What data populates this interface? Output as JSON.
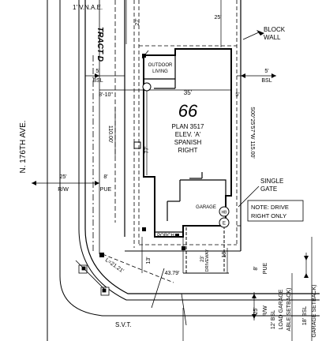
{
  "street": "N. 176TH AVE.",
  "tract_label": "TRACT D",
  "vnae": "1' V.N.A.E.",
  "lot": {
    "number": "66",
    "plan": "PLAN 3517",
    "elevation": "ELEV. 'A'",
    "style": "SPANISH",
    "orientation": "RIGHT"
  },
  "rooms": {
    "outdoor_living_1": "OUTDOOR",
    "outdoor_living_2": "LIVING",
    "garage": "GARAGE",
    "porch": "PORCH",
    "driveway": "DRIVEWAY"
  },
  "callouts": {
    "block_wall_1": "BLOCK",
    "block_wall_2": "WALL",
    "single_gate_1": "SINGLE",
    "single_gate_2": "GATE",
    "drive_note_1": "NOTE: DRIVE",
    "drive_note_2": "RIGHT ONLY",
    "svt": "S.V.T.",
    "hb": "HB",
    "e": "E"
  },
  "dimensions": {
    "top_27": "27'",
    "top_25": "25'",
    "left_5": "5'",
    "left_bsl": "BSL",
    "right_5": "5'",
    "right_bsl": "BSL",
    "width_35": "35'",
    "left_8_10": "8'-10\"",
    "right_5b": "5'",
    "depth_110": "110.00'",
    "side_77": "77'",
    "bearing": "S00°25'57\"W 115.00'",
    "rw_25": "25'",
    "rw_label": "R/W",
    "pue_8": "8'",
    "pue_label": "PUE",
    "dim_13": "13'",
    "dim_23": "23'",
    "dim_18": "18'",
    "arc": "L=21.21'",
    "frontage": "43.79'",
    "right_pue_8": "8'",
    "right_pue_label": "PUE",
    "right_rw_25": "25'",
    "right_rw_label": "R/W",
    "bsl_12": "12' BSL",
    "bsl_12_b": "LOAD GARAGE",
    "bsl_18": "18' BSL",
    "bsl_18_b": "GARAGE SETBACK)",
    "bsl_18_c": "ABLE SETBACK)"
  },
  "colors": {
    "line": "#000000",
    "background": "#ffffff"
  }
}
